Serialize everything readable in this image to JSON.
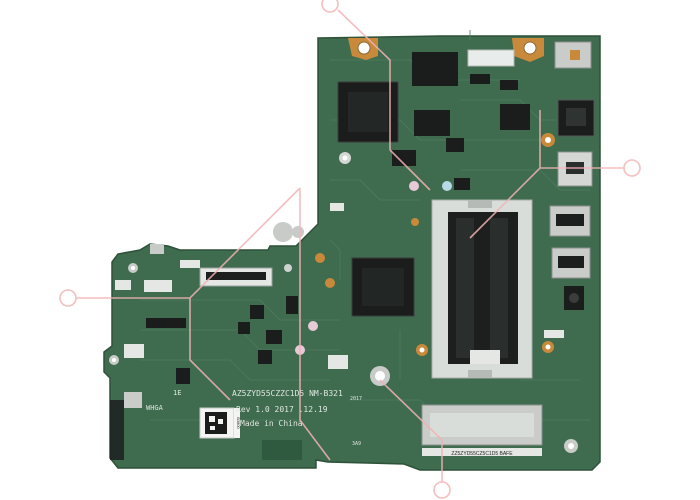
{
  "board": {
    "silkscreen_line_1": "AZ5ZYD55CZZC1D5 NM-B321",
    "silkscreen_line_2": "Rev 1.0 2017 .12.19",
    "silkscreen_line_3": "Made in China",
    "side_label": "WHGA",
    "small_mark": "1E",
    "tag_left": "2017",
    "tag_right": "3A9",
    "qr_caption": "B3800",
    "strip_label": "ZZ5ZYD55CZ5C1D5 BAFE"
  },
  "colors": {
    "pcb": "#3f6b4f",
    "pcb_dark": "#2f5a40",
    "trace": "#4f7d5f",
    "chip": "#1a1d1c",
    "port_metal": "#c9ccc9",
    "gold": "#c88a3a",
    "watermark": "#f2b3b3",
    "sticker": "#f4f4f2"
  }
}
